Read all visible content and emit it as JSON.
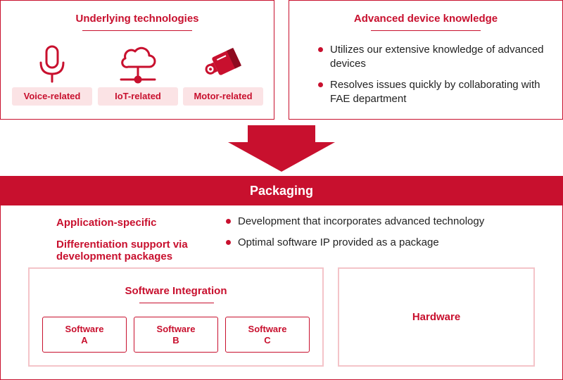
{
  "underlying": {
    "title": "Underlying technologies",
    "items": [
      {
        "label": "Voice-related",
        "icon": "microphone-icon"
      },
      {
        "label": "IoT-related",
        "icon": "cloud-network-icon"
      },
      {
        "label": "Motor-related",
        "icon": "motor-icon"
      }
    ]
  },
  "knowledge": {
    "title": "Advanced device knowledge",
    "bullets": [
      "Utilizes our extensive knowledge of advanced devices",
      "Resolves issues quickly by collaborating with FAE department"
    ]
  },
  "packaging": {
    "title": "Packaging",
    "features": [
      "Application-specific",
      "Differentiation support via development packages"
    ],
    "bullets": [
      "Development that incorporates advanced technology",
      "Optimal software IP provided as a package"
    ],
    "software_integration": {
      "title": "Software Integration",
      "boxes": [
        {
          "line1": "Software",
          "line2": "A"
        },
        {
          "line1": "Software",
          "line2": "B"
        },
        {
          "line1": "Software",
          "line2": "C"
        }
      ]
    },
    "hardware": {
      "title": "Hardware"
    }
  },
  "colors": {
    "accent": "#c8102e",
    "tag_bg": "#fbe3e5",
    "sub_border": "#f4c4c9"
  }
}
